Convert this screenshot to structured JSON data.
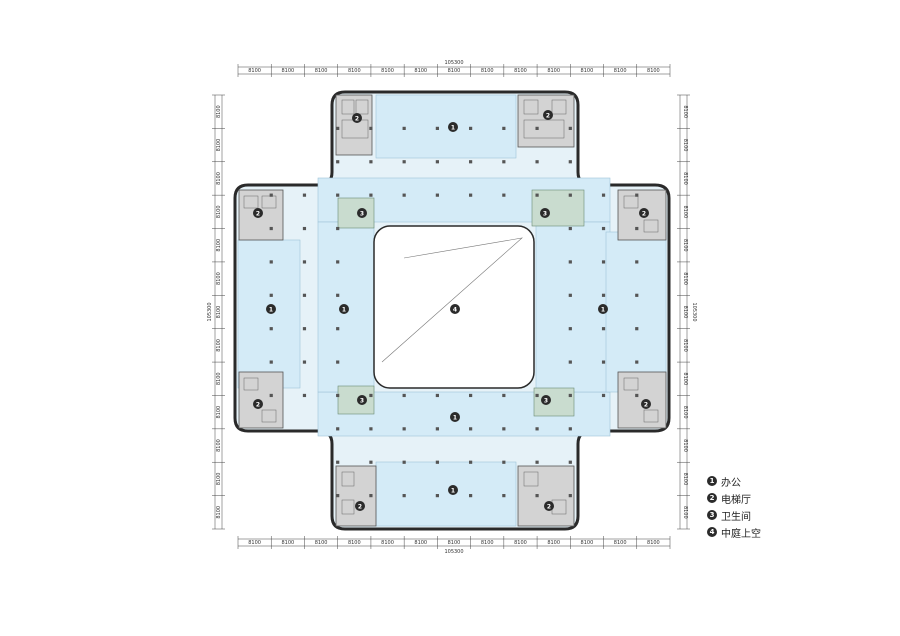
{
  "dimensions": {
    "overall": "105300",
    "bay": "8100",
    "bay_count": 13
  },
  "zone_markers": {
    "office": "1",
    "elevator": "2",
    "toilet": "3",
    "atrium": "4"
  },
  "legend": [
    {
      "num": "1",
      "label": "办公"
    },
    {
      "num": "2",
      "label": "电梯厅"
    },
    {
      "num": "3",
      "label": "卫生间"
    },
    {
      "num": "4",
      "label": "中庭上空"
    }
  ],
  "colors": {
    "office_fill": "#d4ebf7",
    "corridor_fill": "#e6f2f8",
    "core_fill": "#d3d3d3",
    "wall": "#2a2a2a",
    "toilet_fill": "#c9dccf",
    "atrium_fill": "#ffffff"
  }
}
